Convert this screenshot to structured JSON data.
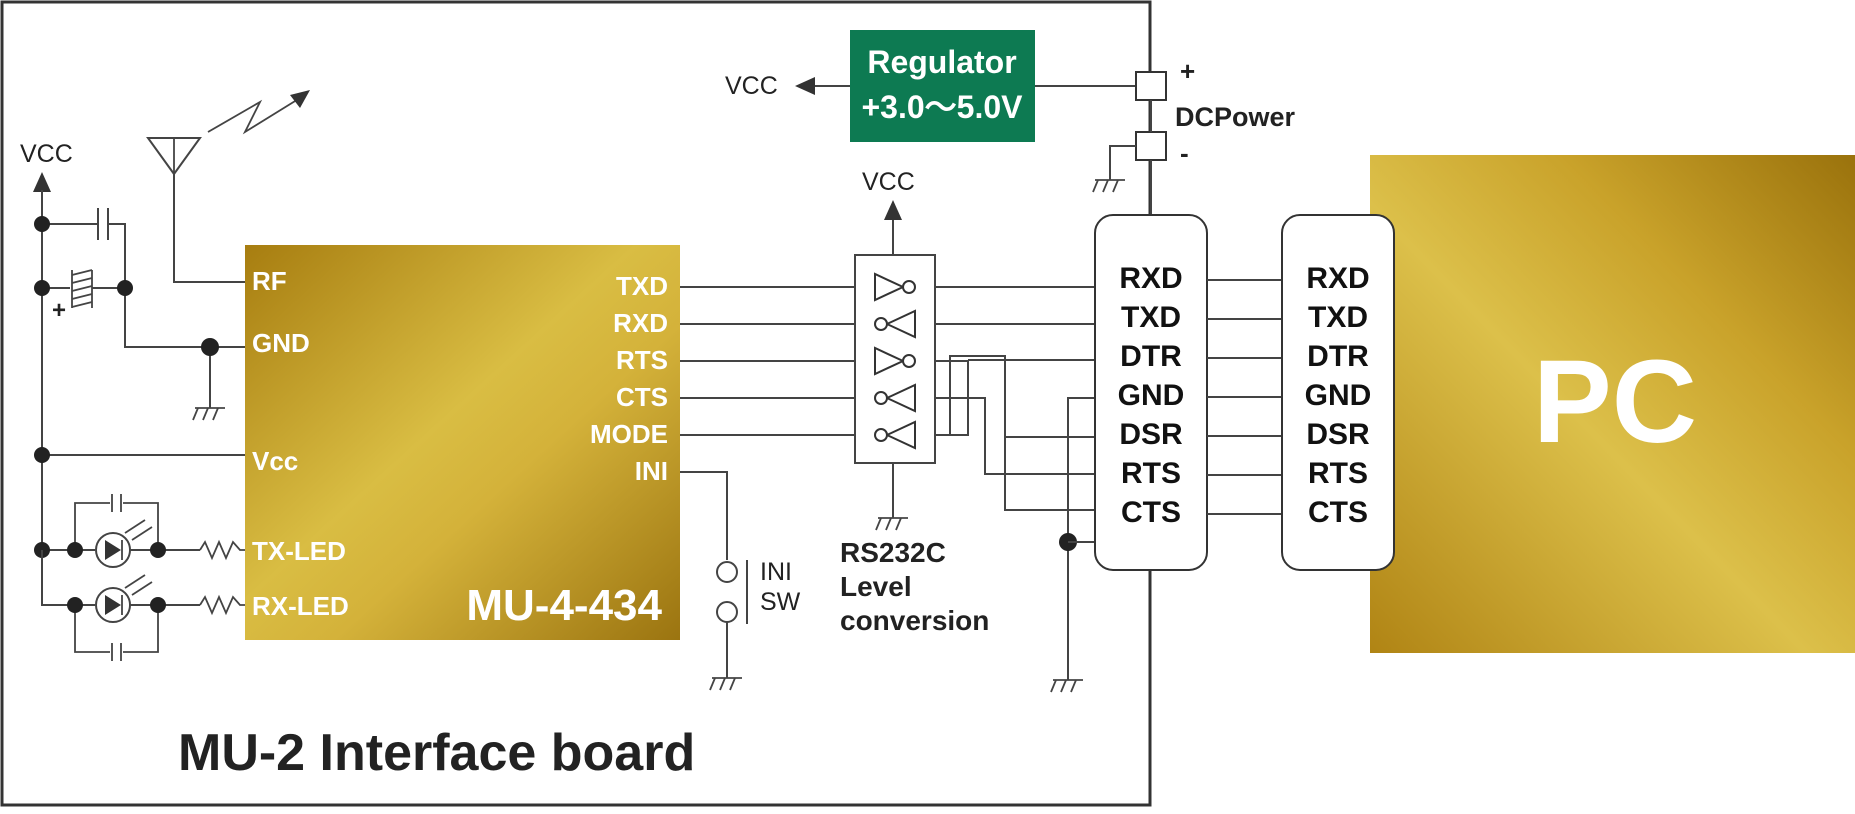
{
  "board": {
    "title": "MU-2 Interface board"
  },
  "module": {
    "name": "MU-4-434",
    "left_pins": [
      "RF",
      "GND",
      "Vcc",
      "TX-LED",
      "RX-LED"
    ],
    "right_pins": [
      "TXD",
      "RXD",
      "RTS",
      "CTS",
      "MODE",
      "INI"
    ]
  },
  "regulator": {
    "line1": "Regulator",
    "line2": "+3.0～5.0V",
    "color": "#0d7a52"
  },
  "power": {
    "label": "DCPower",
    "plus": "+",
    "minus": "-"
  },
  "vcc_labels": {
    "regulator_out": "VCC",
    "left_rail": "VCC",
    "level_conv": "VCC"
  },
  "level_conversion": {
    "line1": "RS232C",
    "line2": "Level",
    "line3": "conversion"
  },
  "ini_switch": {
    "line1": "INI",
    "line2": "SW"
  },
  "board_connector": {
    "pins": [
      "RXD",
      "TXD",
      "DTR",
      "GND",
      "DSR",
      "RTS",
      "CTS"
    ]
  },
  "pc_connector": {
    "pins": [
      "RXD",
      "TXD",
      "DTR",
      "GND",
      "DSR",
      "RTS",
      "CTS"
    ]
  },
  "pc": {
    "label": "PC"
  },
  "colors": {
    "gold_light": "#d8b83a",
    "gold_dark": "#a07a10",
    "regulator_green": "#0d7a52"
  }
}
